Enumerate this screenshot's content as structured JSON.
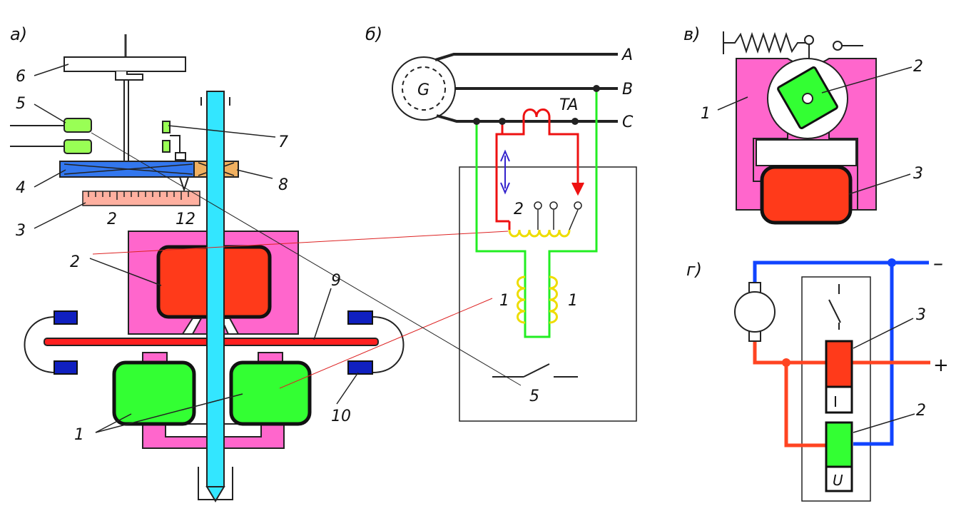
{
  "panels": {
    "a": {
      "label": "а)",
      "callouts": [
        "1",
        "2",
        "3",
        "4",
        "5",
        "6",
        "7",
        "8",
        "9",
        "10"
      ],
      "scale_ticks": [
        "2",
        "12"
      ]
    },
    "b": {
      "label": "б)",
      "generator": "G",
      "phases": [
        "A",
        "B",
        "C"
      ],
      "transformer": "TA",
      "coil_tap_label": "2",
      "coil_labels": [
        "1",
        "1"
      ],
      "switch_label": "5"
    },
    "v": {
      "label": "в)",
      "callouts": [
        "1",
        "2",
        "3"
      ]
    },
    "g": {
      "label": "г)",
      "minus": "–",
      "plus": "+",
      "callouts": [
        "3",
        "2"
      ],
      "current_coil": "I",
      "voltage_coil": "U"
    }
  },
  "colors": {
    "current_coil": "#ff3a1a",
    "magnet": "#ff66cc",
    "voltage_coil": "#33ff33",
    "armature_disc": "#ff2020",
    "shaft": "#33e6ff",
    "magnet_block": "#1020c0",
    "wire_green": "#22ee22",
    "wire_red": "#ee1111",
    "wire_blue": "#1144ff",
    "wire_orange": "#ff4422",
    "arrow_blue": "#3322cc",
    "lever": "#3377ee",
    "contact": "#99ff55",
    "scale": "#ffb0a0",
    "coil_yellow": "#eedd00"
  }
}
